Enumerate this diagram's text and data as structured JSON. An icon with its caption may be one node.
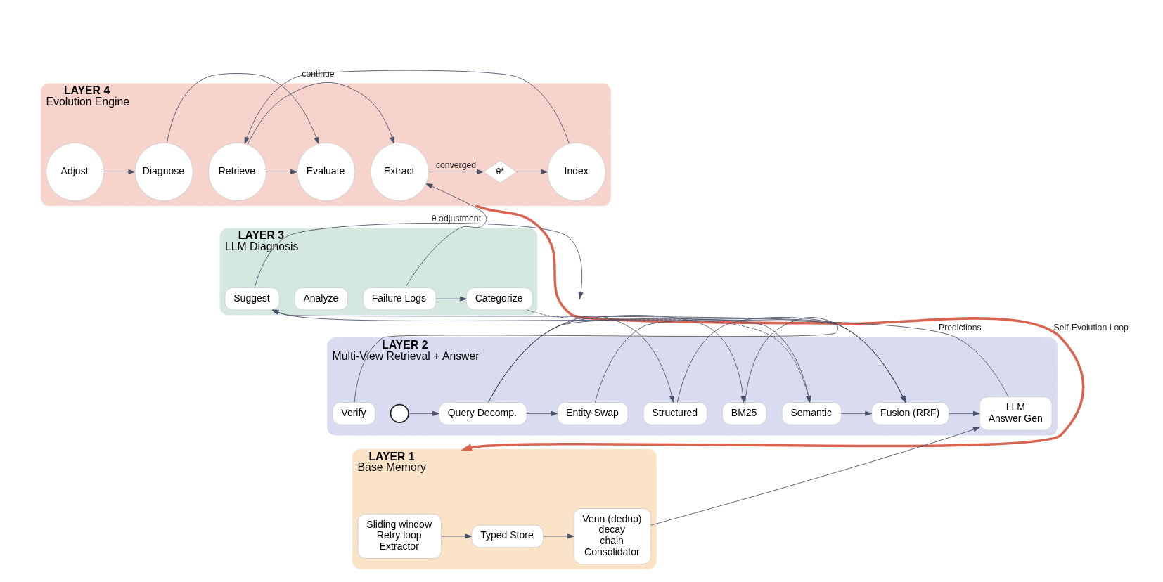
{
  "diagram": {
    "nodes": [
      {
        "text": [
          "LAYER 4",
          "Evolution Engine"
        ]
      },
      {
        "text": [
          "Extract"
        ],
        "in": 0
      },
      {
        "text": [
          "θ*"
        ],
        "in": 0
      },
      {
        "text": [
          "Index"
        ],
        "in": 0
      },
      {
        "text": [
          "Retrieve"
        ],
        "in": 0
      },
      {
        "text": [
          "Evaluate"
        ],
        "in": 0
      },
      {
        "text": [
          "Diagnose"
        ],
        "in": 0
      },
      {
        "text": [
          "Adjust"
        ],
        "in": 0
      },
      {
        "text": [
          "LAYER 3",
          "LLM Diagnosis"
        ]
      },
      {
        "text": [
          "Failure Logs"
        ],
        "in": 8
      },
      {
        "text": [
          "Categorize"
        ],
        "in": 8
      },
      {
        "text": [
          "Analyze"
        ],
        "in": 8
      },
      {
        "text": [
          "Suggest"
        ],
        "in": 8
      },
      {
        "text": [
          "LAYER 2",
          "Multi-View Retrieval + Answer"
        ]
      },
      {
        "text": [],
        "shape": "circle",
        "in": 13
      },
      {
        "text": [
          "Query Decomp."
        ],
        "in": 13
      },
      {
        "text": [
          "Semantic"
        ],
        "in": 13
      },
      {
        "text": [
          "BM25"
        ],
        "in": 13
      },
      {
        "text": [
          "Structured"
        ],
        "in": 13
      },
      {
        "text": [
          "Entity-Swap"
        ],
        "in": 13
      },
      {
        "text": [
          "Fusion (RRF)"
        ],
        "in": 13
      },
      {
        "text": [
          "LLM",
          "Answer Gen"
        ],
        "in": 13
      },
      {
        "text": [
          "Verify"
        ],
        "in": 13
      },
      {
        "text": [
          "LAYER 1",
          "Base Memory"
        ]
      },
      {
        "text": [
          "Sliding window",
          "Retry loop",
          "Extractor"
        ],
        "in": 23
      },
      {
        "text": [
          "Typed Store"
        ],
        "in": 23
      },
      {
        "text": [
          "Venn (dedup)",
          "decay",
          "chain",
          "Consolidator"
        ],
        "in": 23
      }
    ],
    "edges": [
      {
        "from": 1,
        "to": 2,
        "arrow": "to",
        "label": "converged"
      },
      {
        "from": 2,
        "to": 3,
        "arrow": "to"
      },
      {
        "from": 3,
        "to": 4,
        "arrow": "to"
      },
      {
        "from": 4,
        "to": 5,
        "arrow": "to"
      },
      {
        "from": 6,
        "to": 5,
        "arrow": "to"
      },
      {
        "from": 7,
        "to": 6,
        "arrow": "to"
      },
      {
        "from": 4,
        "to": 1,
        "arrow": "to",
        "label": "continue"
      },
      {
        "from": 9,
        "to": 1,
        "arrow": "to"
      },
      {
        "from": 9,
        "to": 10,
        "arrow": "to"
      },
      {
        "from": 12,
        "to": null,
        "arrow": "to",
        "label": "θ adjustment"
      },
      {
        "from": 10,
        "to": 16,
        "arrow": "to",
        "style": "dashed"
      },
      {
        "from": 14,
        "to": 15,
        "arrow": "to"
      },
      {
        "from": 15,
        "to": 16,
        "arrow": "to"
      },
      {
        "from": 15,
        "to": 17,
        "arrow": "to"
      },
      {
        "from": 15,
        "to": 18,
        "arrow": "to"
      },
      {
        "from": 15,
        "to": 19,
        "arrow": "to"
      },
      {
        "from": 16,
        "to": 20,
        "arrow": "to"
      },
      {
        "from": 17,
        "to": 20,
        "arrow": "to"
      },
      {
        "from": 18,
        "to": 20,
        "arrow": "to"
      },
      {
        "from": 19,
        "to": 20,
        "arrow": "to"
      },
      {
        "from": 20,
        "to": 21,
        "arrow": "to"
      },
      {
        "from": 21,
        "to": 12,
        "arrow": "to",
        "label": "Predictions"
      },
      {
        "from": 22,
        "to": 12,
        "arrow": "to"
      },
      {
        "from": 24,
        "to": 25,
        "arrow": "to"
      },
      {
        "from": 25,
        "to": 26,
        "arrow": "to"
      },
      {
        "from": 26,
        "to": 21,
        "arrow": "to"
      },
      {
        "from": 0,
        "to": 23,
        "arrow": "to",
        "label": "Self-Evolution Loop",
        "style": "thick",
        "color": "#d9644f"
      }
    ]
  }
}
